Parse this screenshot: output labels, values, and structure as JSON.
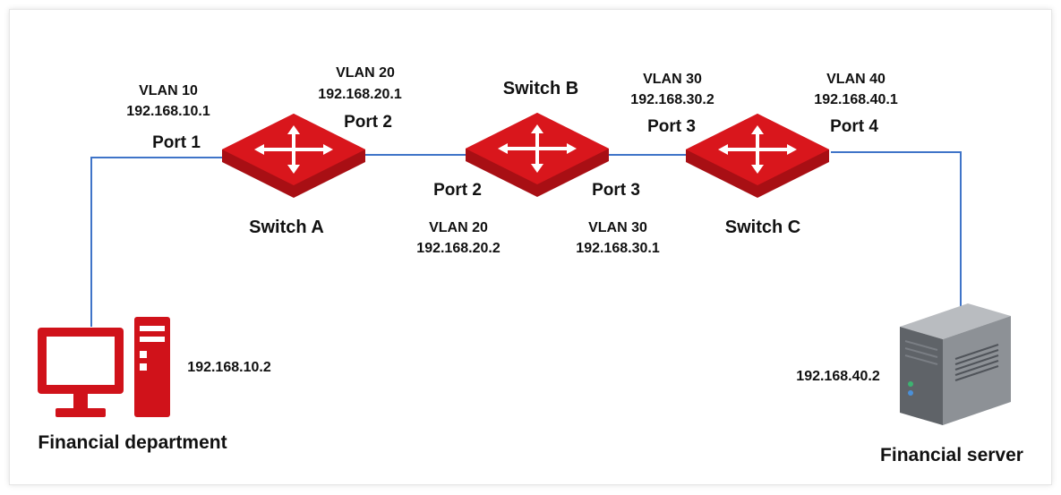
{
  "colors": {
    "switch_red": "#d9161c",
    "link_blue": "#3f74c8",
    "pc_red": "#d0121a",
    "server_grey": "#7b7f85"
  },
  "switch_a": {
    "name": "Switch A",
    "port1": {
      "label": "Port 1",
      "vlan": "VLAN 10",
      "ip": "192.168.10.1"
    },
    "port2": {
      "label": "Port 2",
      "vlan": "VLAN 20",
      "ip": "192.168.20.1"
    }
  },
  "switch_b": {
    "name": "Switch B",
    "port2": {
      "label": "Port 2",
      "vlan": "VLAN 20",
      "ip": "192.168.20.2"
    },
    "port3": {
      "label": "Port 3",
      "vlan": "VLAN 30",
      "ip": "192.168.30.1"
    }
  },
  "switch_c": {
    "name": "Switch C",
    "port3": {
      "label": "Port 3",
      "vlan": "VLAN 30",
      "ip": "192.168.30.2"
    },
    "port4": {
      "label": "Port 4",
      "vlan": "VLAN 40",
      "ip": "192.168.40.1"
    }
  },
  "pc": {
    "icon": "desktop-computer-icon",
    "ip": "192.168.10.2",
    "caption": "Financial department"
  },
  "server": {
    "icon": "server-tower-icon",
    "ip": "192.168.40.2",
    "caption": "Financial server"
  }
}
